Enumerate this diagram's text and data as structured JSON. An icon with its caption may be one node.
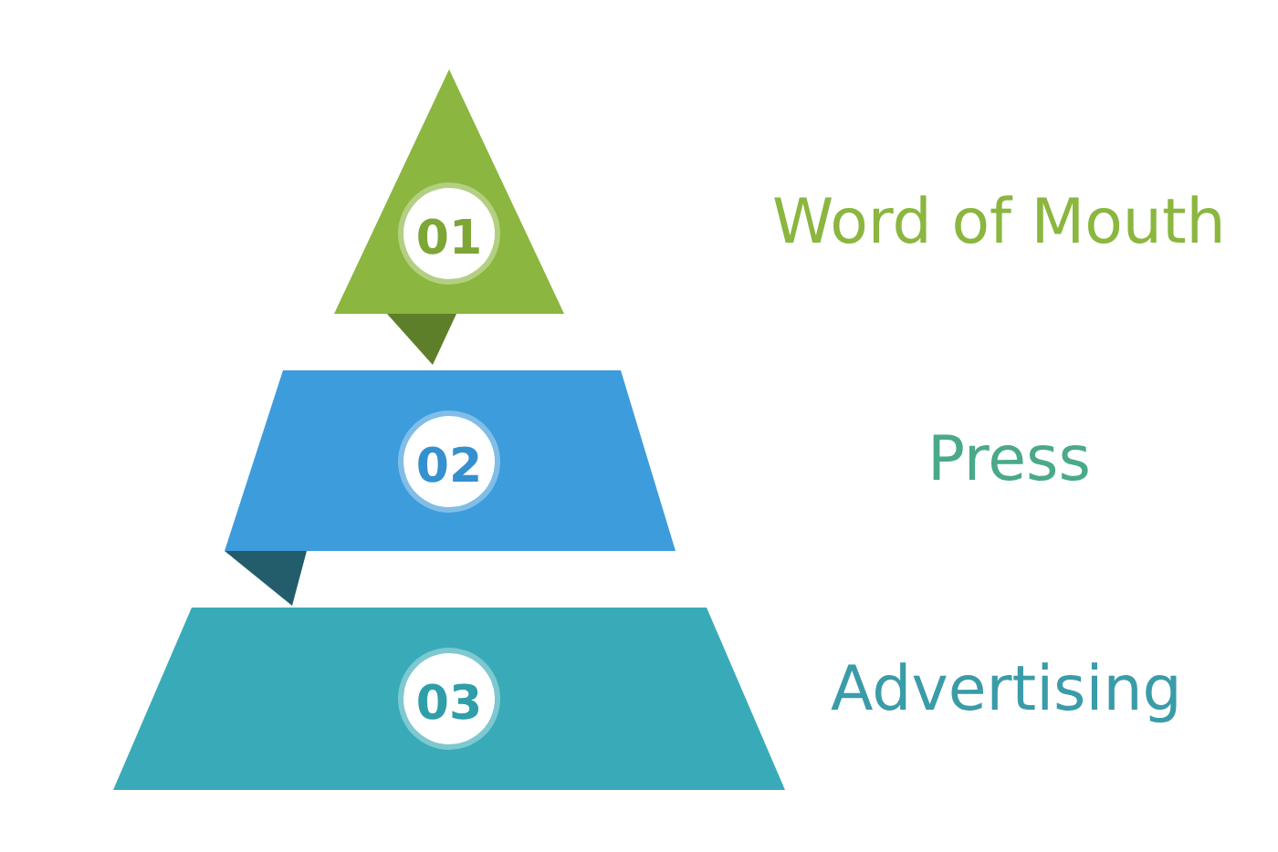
{
  "diagram": {
    "nodes": [
      {
        "text": [
          "01"
        ],
        "beside": [
          "Word of Mouth"
        ]
      },
      {
        "text": [
          "02"
        ]
      },
      {
        "text": [
          "03"
        ],
        "beside": [
          "Advertising"
        ]
      }
    ],
    "labels": [
      "Press"
    ]
  }
}
